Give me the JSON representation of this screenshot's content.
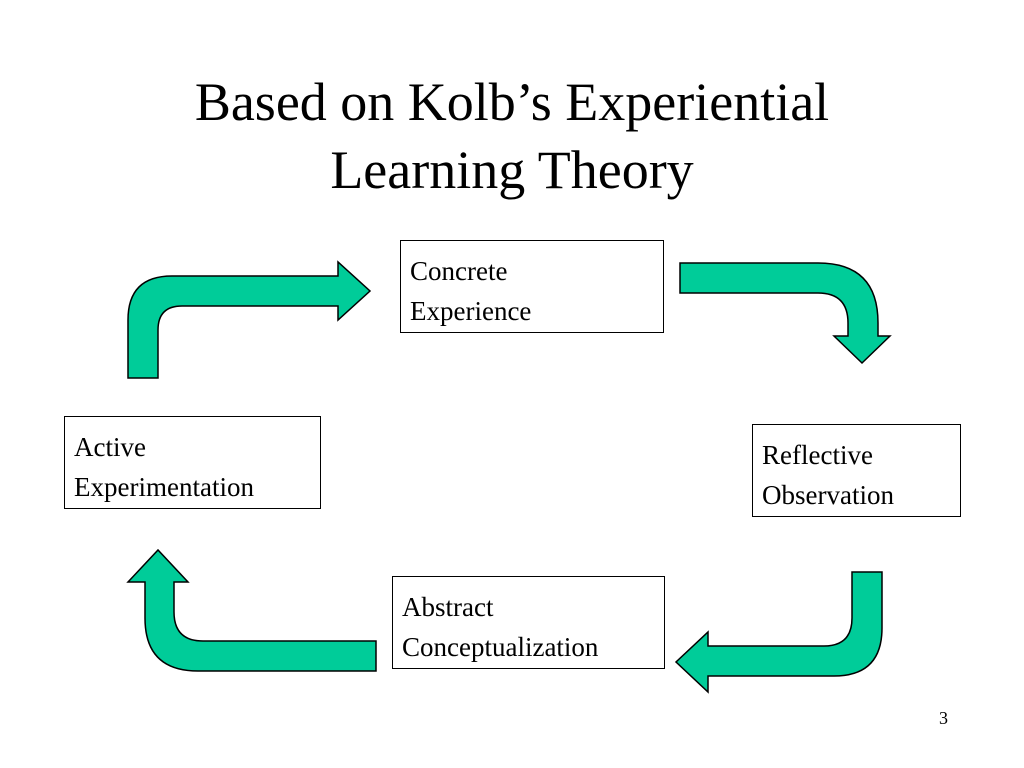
{
  "slide": {
    "title_lines": [
      "Based on Kolb’s Experiential",
      "Learning Theory"
    ],
    "stages": {
      "concrete_experience": [
        "Concrete",
        "Experience"
      ],
      "reflective_observation": [
        "Reflective",
        "Observation"
      ],
      "abstract_conceptualization": [
        "Abstract",
        "Conceptualization"
      ],
      "active_experimentation": [
        "Active",
        "Experimentation"
      ]
    },
    "page_number": "3"
  },
  "colors": {
    "arrow_fill": "#00cc99",
    "outline": "#000000",
    "background": "#ffffff"
  }
}
